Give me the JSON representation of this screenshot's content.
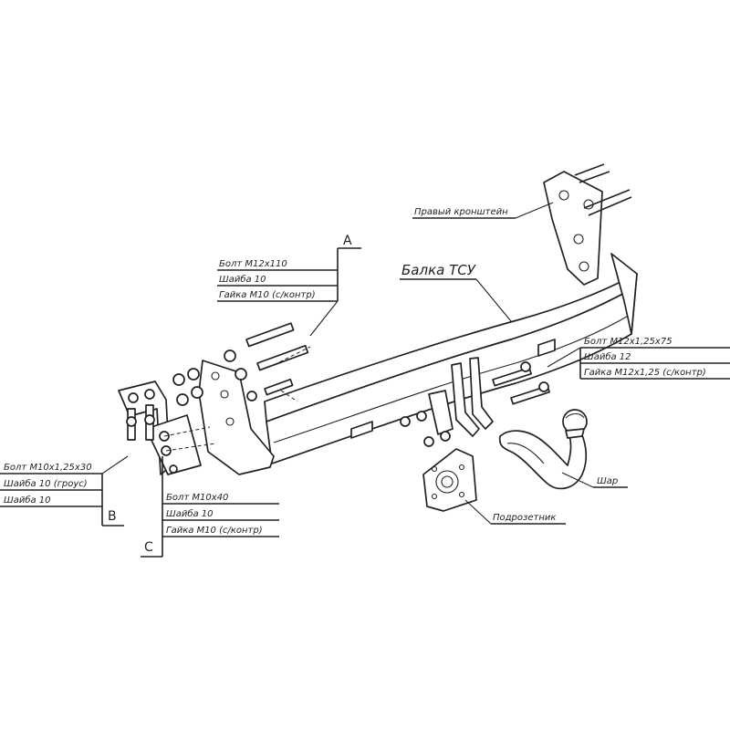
{
  "callout_a": {
    "letter": "A",
    "lines": [
      "Болт М12х110",
      "Шайба 10",
      "Гайка М10 (с/контр)"
    ]
  },
  "callout_b": {
    "letter": "B",
    "lines": [
      "Болт М10х1,25х30",
      "Шайба 10 (гроус)",
      "Шайба 10"
    ]
  },
  "callout_c": {
    "letter": "C",
    "lines": [
      "Болт М10х40",
      "Шайба 10",
      "Гайка М10 (с/контр)"
    ]
  },
  "callout_right": {
    "lines": [
      "Болт М12х1,25х75",
      "Шайба 12",
      "Гайка М12х1,25 (с/контр)"
    ]
  },
  "parts": {
    "right_bracket": "Правый кронштейн",
    "beam": "Балка ТСУ",
    "socket_plate": "Подрозетник",
    "ball": "Шар"
  }
}
